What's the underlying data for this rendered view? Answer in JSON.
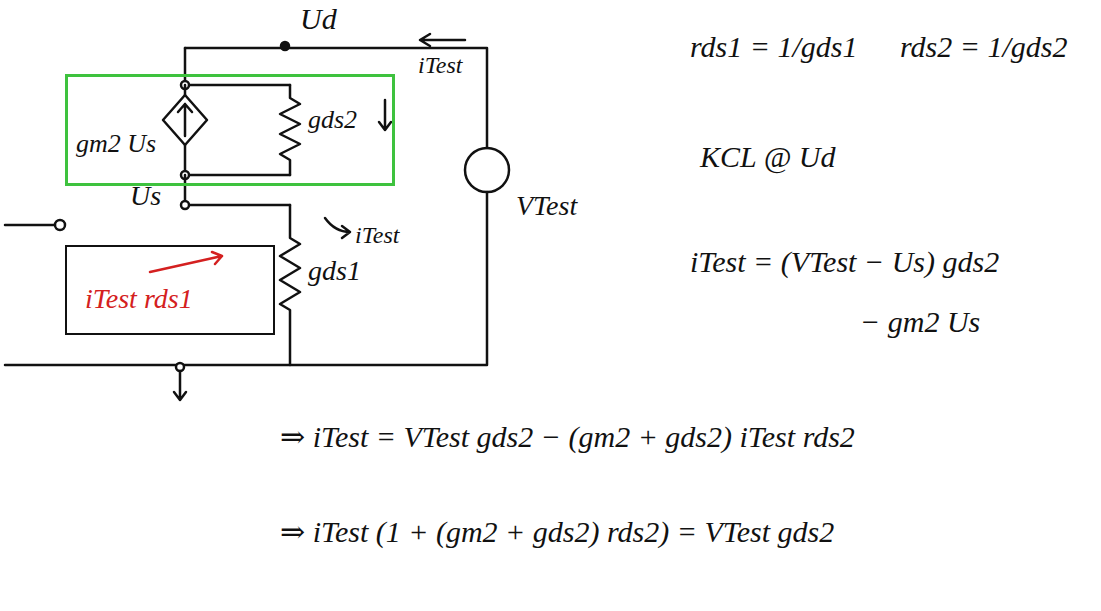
{
  "diagram": {
    "nodes": [
      {
        "text": [
          "gm2 Us",
          "gds2"
        ]
      },
      {
        "text": [
          "iTest rds1"
        ]
      }
    ],
    "labels": [
      "Ud",
      "iTest",
      "Us",
      "iTest",
      "gds1",
      "VTest",
      "rds1 = 1/gds1",
      "rds2 = 1/gds2",
      "KCL @ Ud",
      "iTest = (VTest − Us) gds2",
      "− gm2 Us",
      "⇒ iTest = VTest gds2 − (gm2 + gds2) iTest rds2",
      "⇒ iTest (1 + (gm2 + gds2) rds2) = VTest gds2"
    ]
  }
}
